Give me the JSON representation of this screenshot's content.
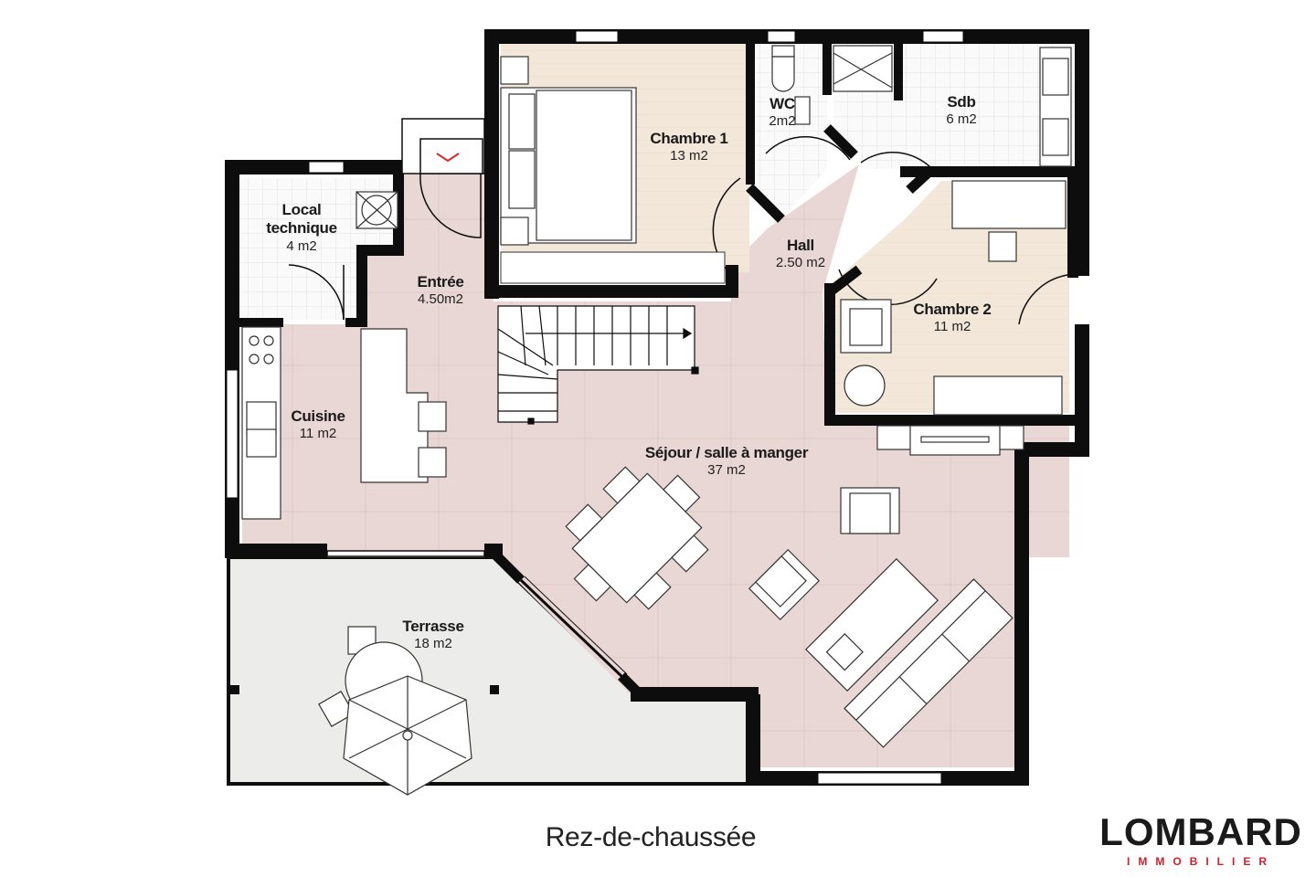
{
  "floor_plan": {
    "level_title": "Rez-de-chaussée",
    "rooms": [
      {
        "id": "chambre-1",
        "name": "Chambre 1",
        "area": "13 m2"
      },
      {
        "id": "wc",
        "name": "WC",
        "area": "2m2"
      },
      {
        "id": "sdb",
        "name": "Sdb",
        "area": "6 m2"
      },
      {
        "id": "local-technique",
        "name": "Local\ntechnique",
        "name_line1": "Local",
        "name_line2": "technique",
        "area": "4 m2"
      },
      {
        "id": "entree",
        "name": "Entrée",
        "area": "4.50m2"
      },
      {
        "id": "hall",
        "name": "Hall",
        "area": "2.50 m2"
      },
      {
        "id": "chambre-2",
        "name": "Chambre 2",
        "area": "11 m2"
      },
      {
        "id": "cuisine",
        "name": "Cuisine",
        "area": "11 m2"
      },
      {
        "id": "sejour",
        "name": "Séjour / salle à manger",
        "area": "37 m2"
      },
      {
        "id": "terrasse",
        "name": "Terrasse",
        "area": "18 m2"
      }
    ],
    "colors": {
      "wall": "#0d0d0d",
      "tile_floor": "#e8d6d4",
      "wood_floor": "#f1e6d6",
      "wet_tiles": "#f7f7f7",
      "terrace": "#ececea",
      "entry_arrow": "#d32f2f"
    }
  },
  "branding": {
    "name": "LOMBARD",
    "tagline": "IMMOBILIER",
    "tagline_color": "#d0202a"
  }
}
